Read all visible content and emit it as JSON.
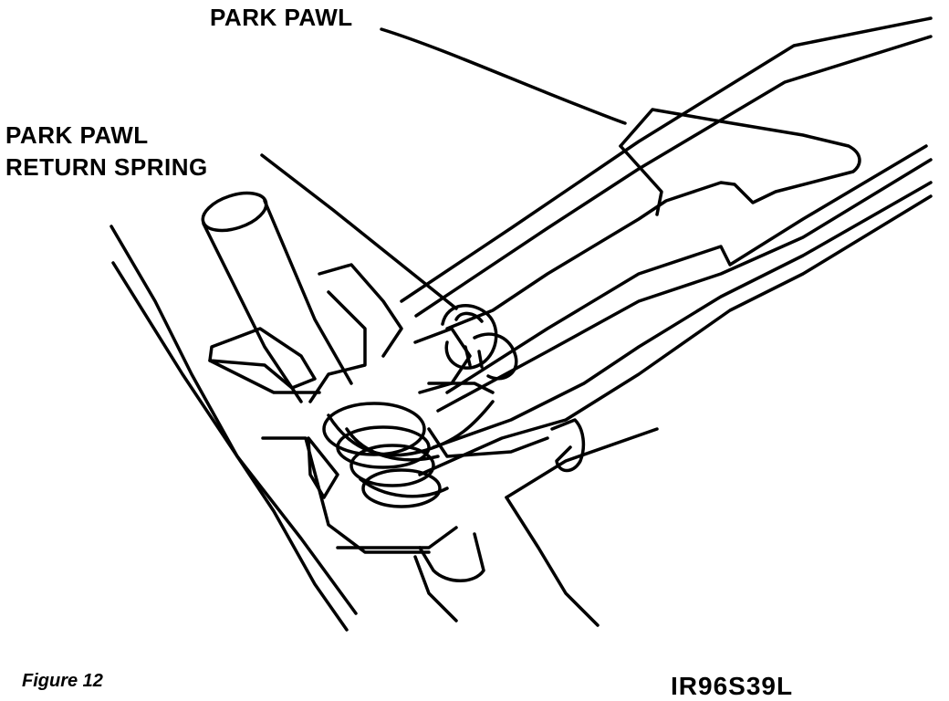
{
  "labels": {
    "park_pawl": "PARK PAWL",
    "return_spring_line1": "PARK PAWL",
    "return_spring_line2": "RETURN SPRING"
  },
  "caption": "Figure 12",
  "figure_code": "IR96S39L",
  "colors": {
    "ink": "#000000",
    "paper": "#ffffff"
  }
}
